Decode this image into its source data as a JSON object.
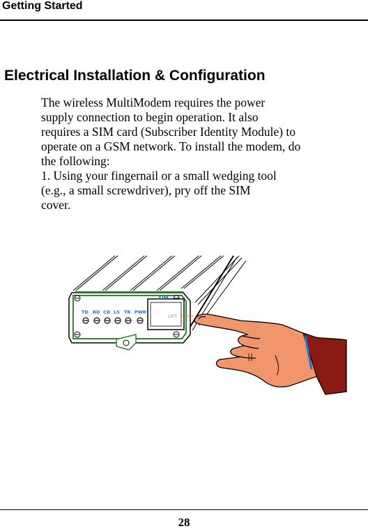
{
  "header": {
    "title": "Getting Started"
  },
  "section": {
    "heading": "Electrical Installation & Configuration"
  },
  "body": {
    "intro_lines": [
      "The wireless MultiModem requires the power",
      "supply connection to begin operation.  It also",
      "requires a SIM card (Subscriber Identity Module) to",
      "operate on a GSM network. To install the modem, do",
      "the following:"
    ],
    "step1_lines": [
      "1. Using your fingernail or a small wedging tool",
      "(e.g., a small screwdriver), pry off the SIM",
      "cover."
    ]
  },
  "figure": {
    "led_labels": [
      "TD",
      "RD",
      "CD",
      "LS",
      "TR",
      "PWR"
    ],
    "sim_label": "SIM",
    "lift_label": "LIFT"
  },
  "footer": {
    "page_number": "28"
  }
}
